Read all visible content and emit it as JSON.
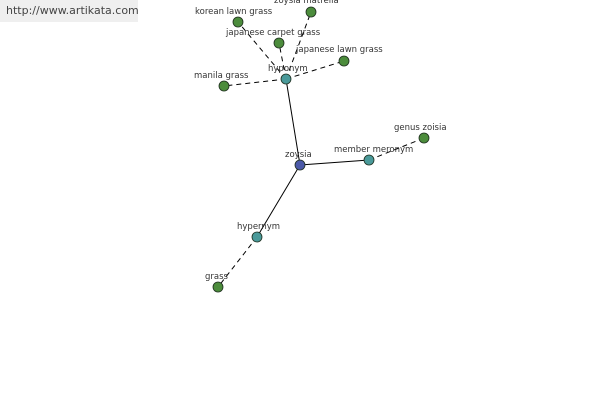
{
  "banner": {
    "url_text": "http://www.artikata.com"
  },
  "colors": {
    "center_node": "#4b59a8",
    "relation_node": "#4a9a9a",
    "leaf_node": "#4c8c3c",
    "edge": "#000000"
  },
  "graph": {
    "nodes": [
      {
        "id": "zoysia",
        "label": "zoysia",
        "kind": "center"
      },
      {
        "id": "hyponym",
        "label": "hyponym",
        "kind": "relation"
      },
      {
        "id": "member-meronym",
        "label": "member meronym",
        "kind": "relation"
      },
      {
        "id": "hypernym",
        "label": "hypernym",
        "kind": "relation"
      },
      {
        "id": "korean-lawn-grass",
        "label": "korean lawn grass",
        "kind": "leaf"
      },
      {
        "id": "zoysia-matrella",
        "label": "zoysia matrella",
        "kind": "leaf"
      },
      {
        "id": "japanese-carpet-grass",
        "label": "japanese carpet grass",
        "kind": "leaf"
      },
      {
        "id": "japanese-lawn-grass",
        "label": "japanese lawn grass",
        "kind": "leaf"
      },
      {
        "id": "manila-grass",
        "label": "manila grass",
        "kind": "leaf"
      },
      {
        "id": "genus-zoisia",
        "label": "genus zoisia",
        "kind": "leaf"
      },
      {
        "id": "grass",
        "label": "grass",
        "kind": "leaf"
      }
    ],
    "edges": [
      {
        "from": "zoysia",
        "to": "hyponym",
        "style": "solid"
      },
      {
        "from": "zoysia",
        "to": "member-meronym",
        "style": "solid"
      },
      {
        "from": "zoysia",
        "to": "hypernym",
        "style": "solid"
      },
      {
        "from": "hyponym",
        "to": "korean-lawn-grass",
        "style": "dashed"
      },
      {
        "from": "hyponym",
        "to": "zoysia-matrella",
        "style": "dashed"
      },
      {
        "from": "hyponym",
        "to": "japanese-carpet-grass",
        "style": "dashed"
      },
      {
        "from": "hyponym",
        "to": "japanese-lawn-grass",
        "style": "dashed"
      },
      {
        "from": "hyponym",
        "to": "manila-grass",
        "style": "dashed"
      },
      {
        "from": "member-meronym",
        "to": "genus-zoisia",
        "style": "dashed"
      },
      {
        "from": "hypernym",
        "to": "grass",
        "style": "dashed"
      }
    ]
  }
}
